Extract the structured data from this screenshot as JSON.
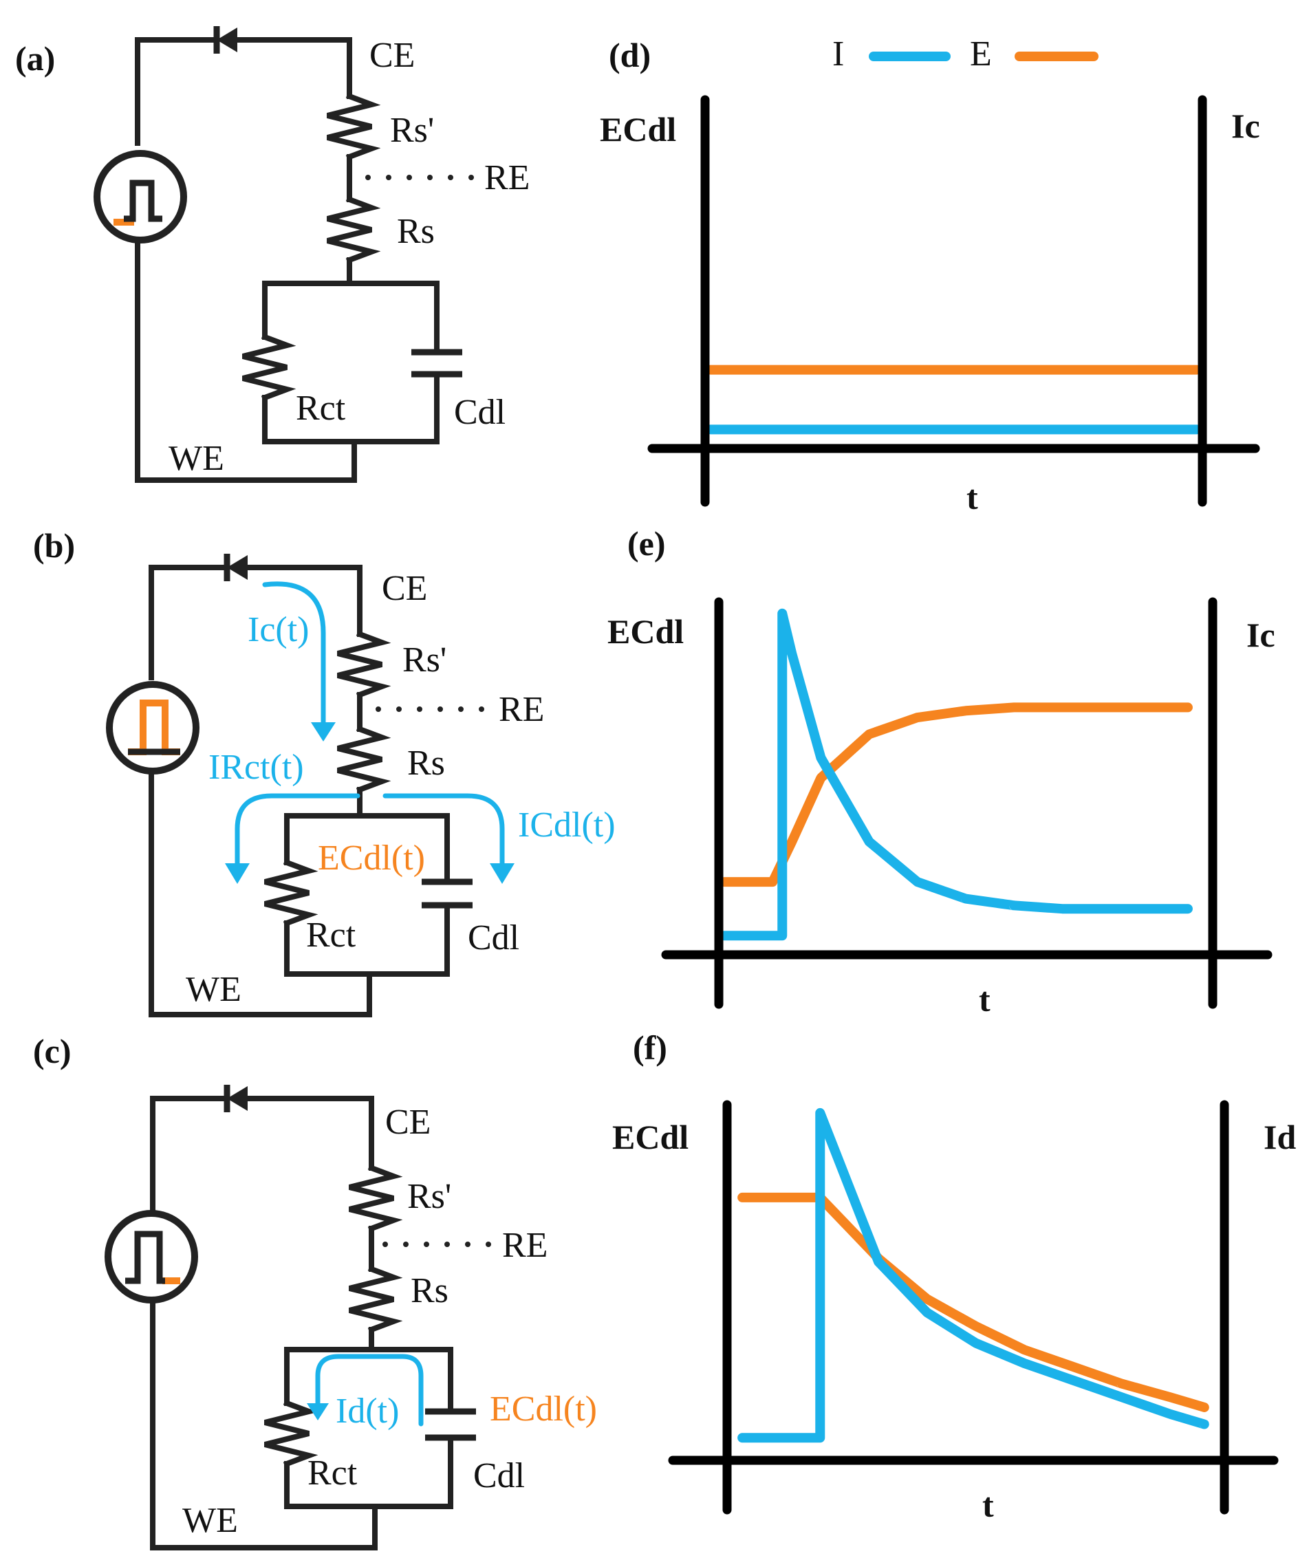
{
  "colors": {
    "current": "#1bb2ea",
    "potential": "#f6841f",
    "wire": "#222222"
  },
  "legend": {
    "current_label": "I",
    "potential_label": "E"
  },
  "circuits": [
    {
      "panel": "(a)",
      "ce": "CE",
      "re": "RE",
      "we": "WE",
      "rs_prime": "Rs'",
      "rs": "Rs",
      "rct": "Rct",
      "cdl": "Cdl"
    },
    {
      "panel": "(b)",
      "ce": "CE",
      "re": "RE",
      "we": "WE",
      "rs_prime": "Rs'",
      "rs": "Rs",
      "rct": "Rct",
      "cdl": "Cdl",
      "current_total": "Ic(t)",
      "current_rct": "IRct(t)",
      "current_cdl": "ICdl(t)",
      "potential_cdl": "ECdl(t)"
    },
    {
      "panel": "(c)",
      "ce": "CE",
      "re": "RE",
      "we": "WE",
      "rs_prime": "Rs'",
      "rs": "Rs",
      "rct": "Rct",
      "cdl": "Cdl",
      "current_discharge": "Id(t)",
      "potential_cdl": "ECdl(t)"
    }
  ],
  "chart_data": [
    {
      "panel": "(d)",
      "type": "line",
      "left_axis_label": "ECdl",
      "right_axis_label": "Ic",
      "xlabel": "t",
      "series": [
        {
          "name": "I",
          "color": "#1bb2ea",
          "t": [
            0,
            0.5,
            1
          ],
          "values": [
            0.02,
            0.02,
            0.02
          ]
        },
        {
          "name": "E",
          "color": "#f6841f",
          "t": [
            0,
            0.5,
            1
          ],
          "values": [
            0.2,
            0.2,
            0.2
          ]
        }
      ]
    },
    {
      "panel": "(e)",
      "type": "line",
      "left_axis_label": "ECdl",
      "right_axis_label": "Ic",
      "xlabel": "t",
      "series": [
        {
          "name": "I",
          "color": "#1bb2ea",
          "t": [
            0,
            0.12,
            0.12,
            0.14,
            0.2,
            0.3,
            0.4,
            0.5,
            0.6,
            0.7,
            0.8,
            0.9,
            0.96
          ],
          "values": [
            0.02,
            0.02,
            0.98,
            0.86,
            0.55,
            0.3,
            0.18,
            0.13,
            0.11,
            0.1,
            0.1,
            0.1,
            0.1
          ]
        },
        {
          "name": "E",
          "color": "#f6841f",
          "t": [
            0,
            0.1,
            0.14,
            0.2,
            0.3,
            0.4,
            0.5,
            0.6,
            0.7,
            0.8,
            0.9,
            0.96
          ],
          "values": [
            0.18,
            0.18,
            0.3,
            0.49,
            0.62,
            0.67,
            0.69,
            0.7,
            0.7,
            0.7,
            0.7,
            0.7
          ]
        }
      ]
    },
    {
      "panel": "(f)",
      "type": "line",
      "left_axis_label": "ECdl",
      "right_axis_label": "Id",
      "xlabel": "t",
      "series": [
        {
          "name": "I",
          "color": "#1bb2ea",
          "t": [
            0.02,
            0.18,
            0.18,
            0.3,
            0.4,
            0.5,
            0.6,
            0.7,
            0.8,
            0.9,
            0.97
          ],
          "values": [
            0.03,
            0.03,
            0.99,
            0.55,
            0.4,
            0.31,
            0.25,
            0.2,
            0.15,
            0.1,
            0.07
          ]
        },
        {
          "name": "E",
          "color": "#f6841f",
          "t": [
            0.02,
            0.18,
            0.3,
            0.4,
            0.5,
            0.6,
            0.7,
            0.8,
            0.9,
            0.97
          ],
          "values": [
            0.74,
            0.74,
            0.56,
            0.44,
            0.36,
            0.29,
            0.24,
            0.19,
            0.15,
            0.12
          ]
        }
      ]
    }
  ]
}
